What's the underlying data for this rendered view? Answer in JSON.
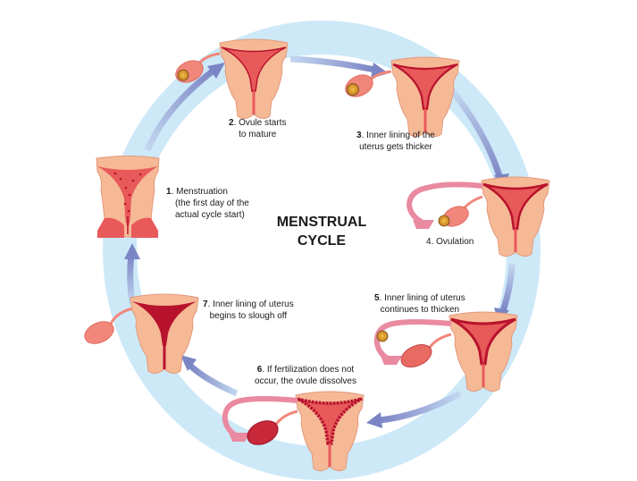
{
  "title": {
    "line1": "MENSTRUAL",
    "line2": "CYCLE"
  },
  "colors": {
    "ring": "#cde9f8",
    "arrow": "#7b84c4",
    "arrow_fade": "#c3d7f0",
    "uterus": "#f6b996",
    "uterus_edge": "#e29a7d",
    "lining": "#e8595a",
    "lining_dark": "#b8132d",
    "tube": "#e98aa0",
    "ovary": "#f1877b",
    "ovule": "#d89a2a"
  },
  "stages": [
    {
      "number": "1",
      "lines": [
        ". Menstruation",
        "(the first day of the",
        "actual cycle start)"
      ]
    },
    {
      "number": "2",
      "lines": [
        ". Ovule starts",
        "to mature"
      ]
    },
    {
      "number": "3",
      "lines": [
        ". Inner lining of the",
        "uterus gets thicker"
      ]
    },
    {
      "number": "4",
      "lines": [
        ". Ovulation"
      ]
    },
    {
      "number": "5",
      "lines": [
        ". Inner lining of uterus",
        "continues to thicken"
      ]
    },
    {
      "number": "6",
      "lines": [
        ". If fertilization does not",
        "occur, the ovule dissolves"
      ]
    },
    {
      "number": "7",
      "lines": [
        ". Inner lining of uterus",
        "begins to slough off"
      ]
    }
  ]
}
